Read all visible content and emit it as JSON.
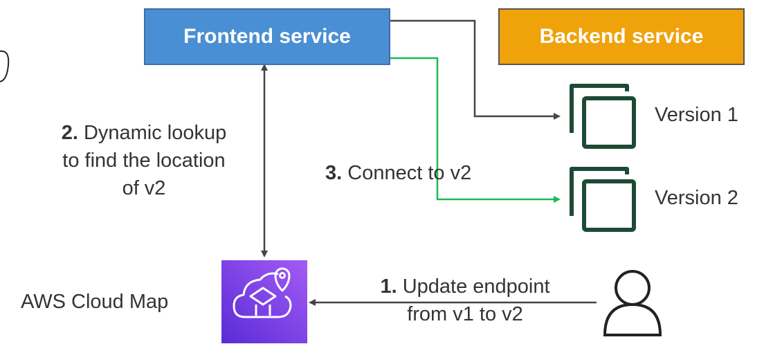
{
  "frontend": {
    "label": "Frontend service"
  },
  "backend": {
    "label": "Backend service"
  },
  "versions": [
    {
      "label": "Version 1"
    },
    {
      "label": "Version 2"
    }
  ],
  "lookup": {
    "step": "2.",
    "lines": [
      "Dynamic lookup",
      "to find the location",
      "of v2"
    ]
  },
  "connect": {
    "step": "3.",
    "text": "Connect to v2"
  },
  "update": {
    "step": "1.",
    "lines": [
      "Update endpoint",
      "from v1 to v2"
    ]
  },
  "cloudmap": {
    "label": "AWS Cloud Map"
  },
  "colors": {
    "frontend": "#4a8fd3",
    "backend": "#f0a20b",
    "green": "#1db954",
    "version_icon": "#1d4a35",
    "cloudmap": "#7b3fe4"
  }
}
